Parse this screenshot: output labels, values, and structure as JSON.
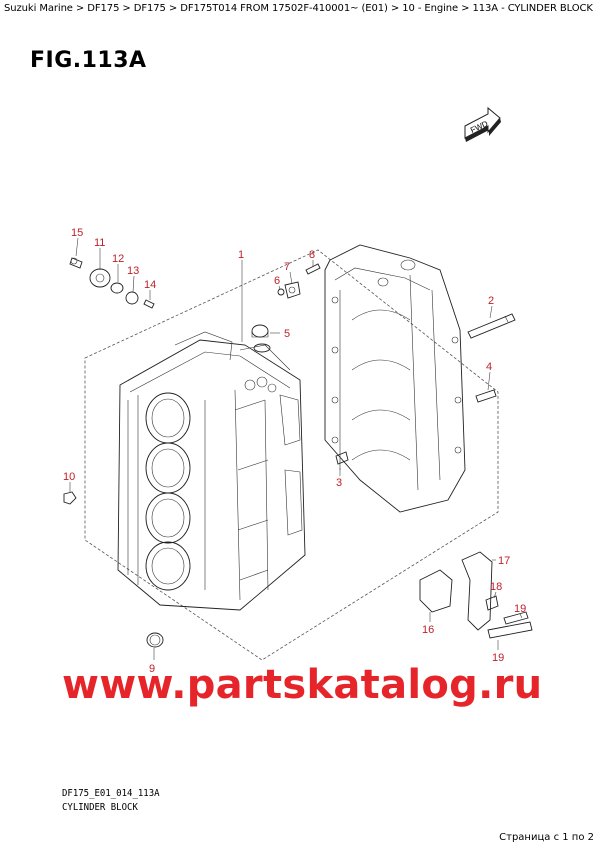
{
  "breadcrumb": "Suzuki Marine > DF175 > DF175 > DF175T014 FROM 17502F-410001~ (E01) > 10 - Engine > 113A - CYLINDER BLOCK",
  "fig_title": "FIG.113A",
  "fwd_label": "FWD",
  "callouts": {
    "c1": "1",
    "c2": "2",
    "c3": "3",
    "c4": "4",
    "c5": "5",
    "c6": "6",
    "c7": "7",
    "c8": "8",
    "c9": "9",
    "c10": "10",
    "c11": "11",
    "c12": "12",
    "c13": "13",
    "c14": "14",
    "c15": "15",
    "c16": "16",
    "c17": "17",
    "c18": "18",
    "c19a": "19",
    "c19b": "19"
  },
  "watermark": "www.partskatalog.ru",
  "footer": {
    "code": "DF175_E01_014_113A",
    "name": "CYLINDER BLOCK",
    "page": "Страница с 1 по 2"
  },
  "colors": {
    "callout": "#c0202a",
    "watermark": "#e6252b"
  }
}
